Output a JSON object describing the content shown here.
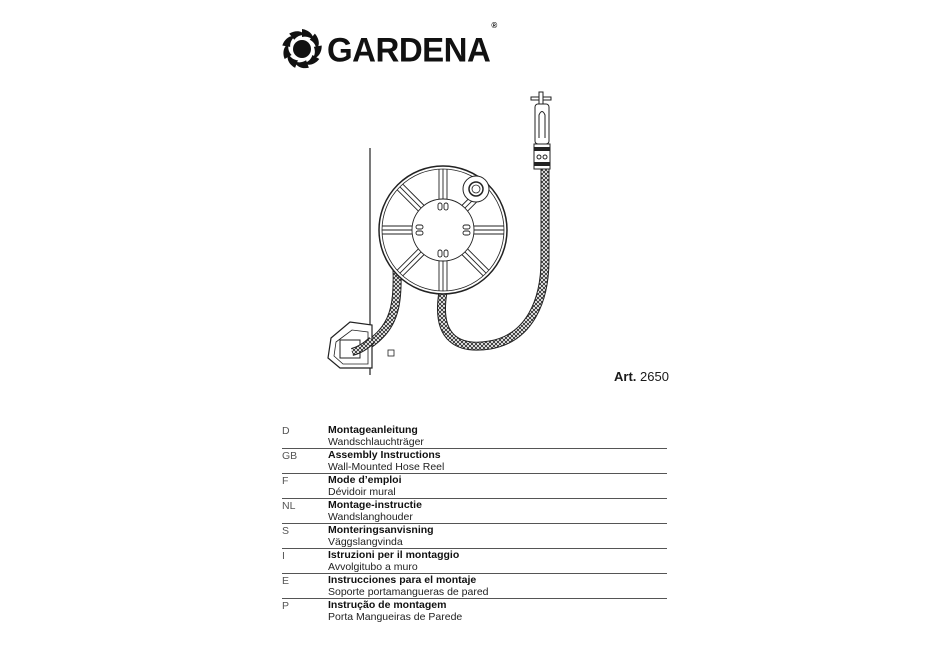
{
  "brand": {
    "name": "GARDENA",
    "registered": "®",
    "icon": "gardena-flower-logo-icon"
  },
  "illustration": {
    "description": "wall-mounted-hose-reel-with-tap-and-bracket"
  },
  "article": {
    "label": "Art.",
    "number": "2650"
  },
  "languages": [
    {
      "code": "D",
      "title": "Montageanleitung",
      "subtitle": "Wandschlauchträger"
    },
    {
      "code": "GB",
      "title": "Assembly Instructions",
      "subtitle": "Wall-Mounted Hose Reel"
    },
    {
      "code": "F",
      "title": "Mode d’emploi",
      "subtitle": "Dévidoir mural"
    },
    {
      "code": "NL",
      "title": "Montage-instructie",
      "subtitle": "Wandslanghouder"
    },
    {
      "code": "S",
      "title": "Monteringsanvisning",
      "subtitle": "Väggslangvinda"
    },
    {
      "code": "I",
      "title": "Istruzioni per il montaggio",
      "subtitle": "Avvolgitubo a muro"
    },
    {
      "code": "E",
      "title": "Instrucciones para el montaje",
      "subtitle": "Soporte portamangueras de pared"
    },
    {
      "code": "P",
      "title": "Instrução de montagem",
      "subtitle": "Porta Mangueiras de Parede"
    }
  ]
}
